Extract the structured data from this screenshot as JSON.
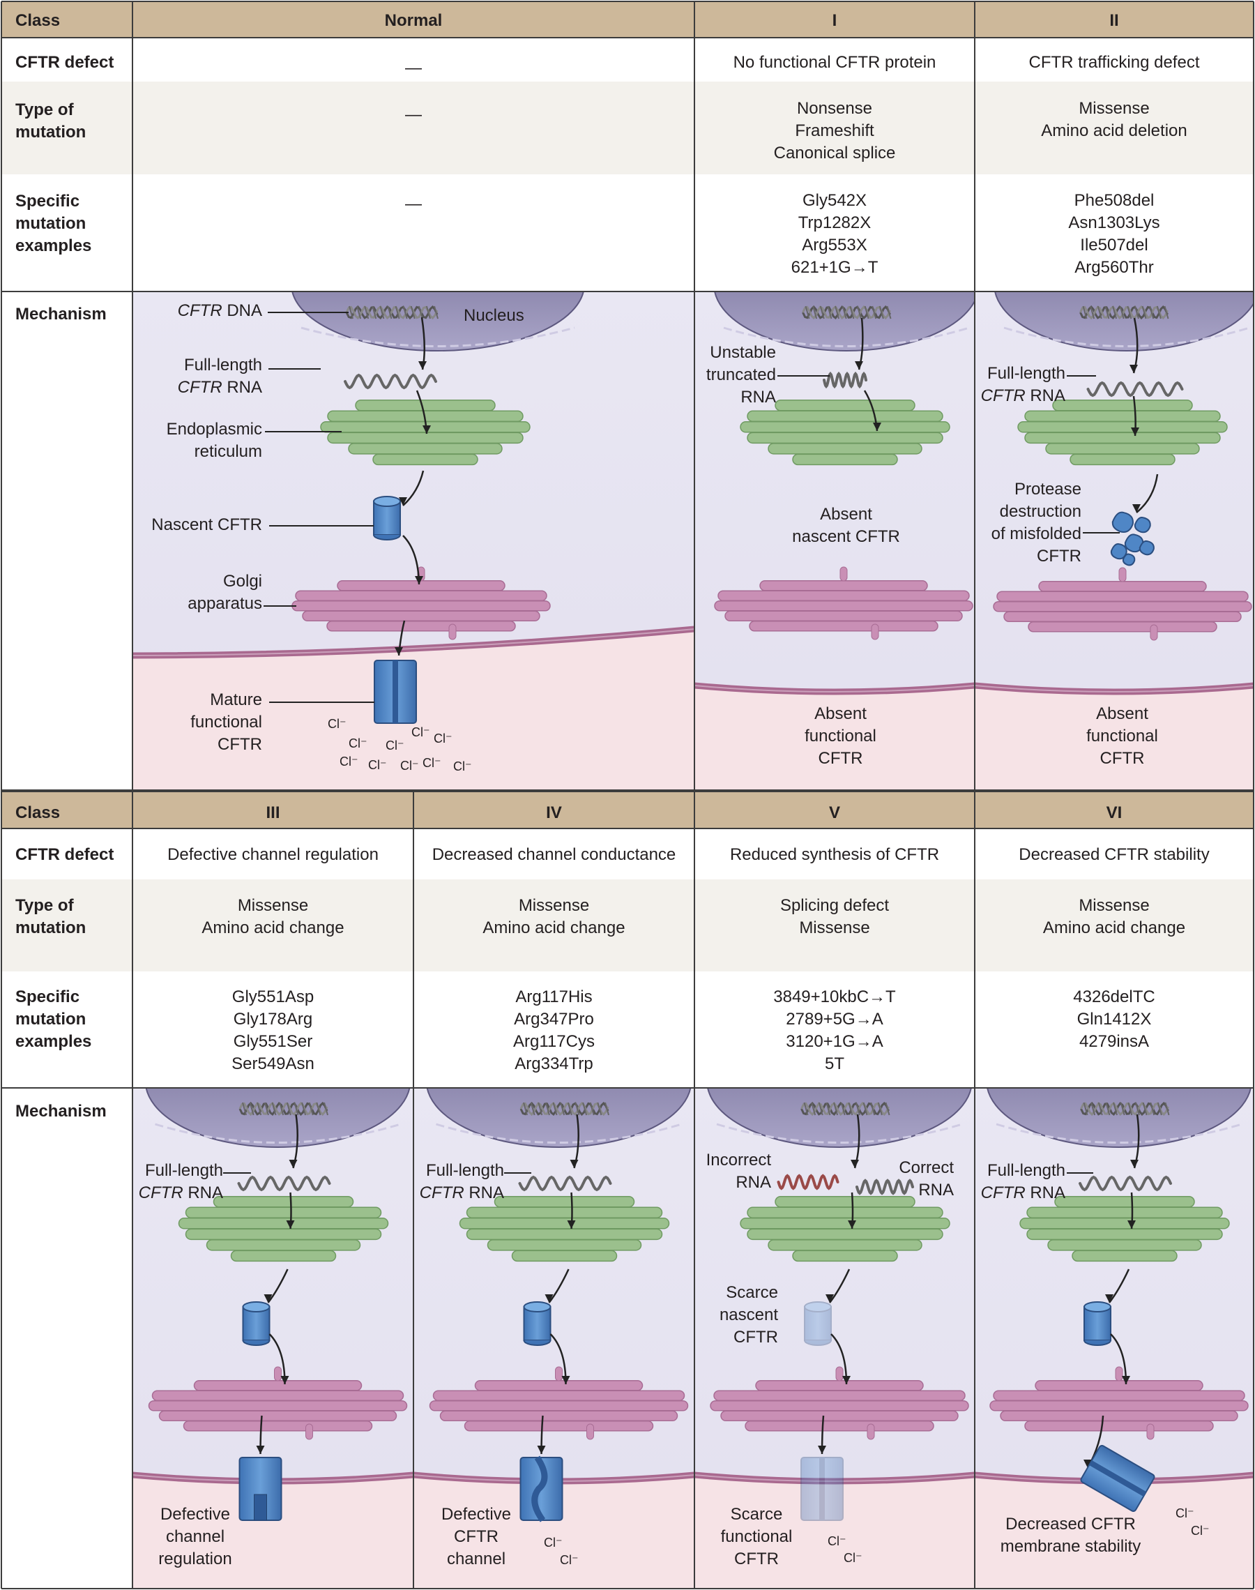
{
  "top": {
    "header": [
      "Class",
      "Normal",
      "I",
      "II"
    ],
    "rows": [
      {
        "label": "CFTR defect",
        "cells": [
          "—",
          "No functional CFTR protein",
          "CFTR trafficking defect"
        ]
      },
      {
        "label": "Type of\nmutation",
        "cells": [
          "—",
          "Nonsense\nFrameshift\nCanonical splice",
          "Missense\nAmino acid deletion"
        ]
      },
      {
        "label": "Specific\nmutation\nexamples",
        "cells": [
          "—",
          "Gly542X\nTrp1282X\nArg553X\n621+1G→T",
          "Phe508del\nAsn1303Lys\nIle507del\nArg560Thr"
        ]
      },
      {
        "label": "Mechanism"
      }
    ]
  },
  "bottom": {
    "header": [
      "Class",
      "III",
      "IV",
      "V",
      "VI"
    ],
    "rows": [
      {
        "label": "CFTR defect",
        "cells": [
          "Defective channel regulation",
          "Decreased channel conductance",
          "Reduced synthesis of CFTR",
          "Decreased CFTR stability"
        ]
      },
      {
        "label": "Type of\nmutation",
        "cells": [
          "Missense\nAmino acid change",
          "Missense\nAmino acid change",
          "Splicing defect\nMissense",
          "Missense\nAmino acid change"
        ]
      },
      {
        "label": "Specific\nmutation\nexamples",
        "cells": [
          "Gly551Asp\nGly178Arg\nGly551Ser\nSer549Asn",
          "Arg117His\nArg347Pro\nArg117Cys\nArg334Trp",
          "3849+10kbC→T\n2789+5G→A\n3120+1G→A\n5T",
          "4326delTC\nGln1412X\n4279insA"
        ]
      },
      {
        "label": "Mechanism"
      }
    ]
  },
  "labels": {
    "cftr_dna": "CFTR",
    "dna": " DNA",
    "nucleus": "Nucleus",
    "full_length": "Full-length",
    "cftr_italic": "CFTR",
    "rna": " RNA",
    "er": "Endoplasmic\nreticulum",
    "nascent": "Nascent CFTR",
    "golgi": "Golgi\napparatus",
    "mature": "Mature\nfunctional\nCFTR",
    "cl": "Cl⁻",
    "unstable": "Unstable\ntruncated\nRNA",
    "absent_nascent": "Absent\nnascent CFTR",
    "absent_functional": "Absent\nfunctional\nCFTR",
    "protease": "Protease\ndestruction\nof misfolded\nCFTR",
    "defective_regulation": "Defective\nchannel\nregulation",
    "defective_channel": "Defective\nCFTR\nchannel",
    "incorrect_rna": "Incorrect\nRNA",
    "correct_rna": "Correct\nRNA",
    "scarce_nascent": "Scarce\nnascent\nCFTR",
    "scarce_functional": "Scarce\nfunctional\nCFTR",
    "decreased_stability": "Decreased CFTR\nmembrane stability"
  },
  "colors": {
    "header_bg": "#cdb89a",
    "stripe_bg": "#f3f1ec",
    "cell_bg": "#eceaf4",
    "nucleus": "#a19cbe",
    "er": "#9bc08d",
    "golgi": "#c98fb5",
    "membrane": "#a9698f",
    "extracell": "#f6e3e6",
    "cftr": "#4f86c6",
    "grid": "#3c3c3c"
  }
}
